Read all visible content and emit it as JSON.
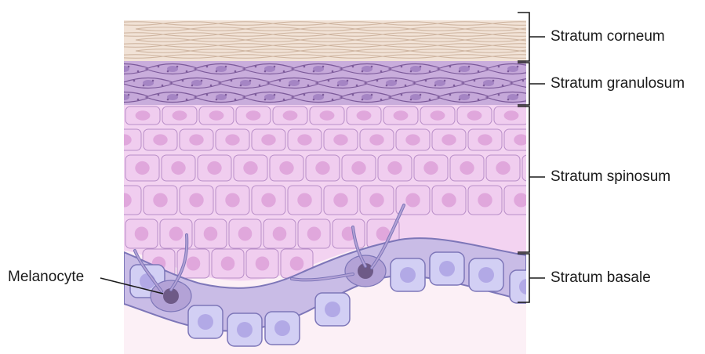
{
  "labels": {
    "corneum": "Stratum corneum",
    "granulosum": "Stratum granulosum",
    "spinosum": "Stratum spinosum",
    "basale": "Stratum basale",
    "melanocyte": "Melanocyte"
  },
  "colors": {
    "corneum_fill": "#f1e2d6",
    "corneum_line": "#cdb39e",
    "granulosum_fill": "#c5a8d9",
    "granulosum_line": "#7c5a9a",
    "spinosum_fill": "#f0cdef",
    "spinosum_line": "#b88ec8",
    "spinosum_nucleus": "#e0a7dc",
    "basale_fill": "#d2cff4",
    "basale_line": "#7d76b8",
    "basale_nucleus": "#b2a9e6",
    "melanocyte_fill": "#b3a2d6",
    "melanocyte_nucleus": "#6e5a87",
    "dermis": "#fcf0f6",
    "bracket": "#1a1a1a"
  }
}
